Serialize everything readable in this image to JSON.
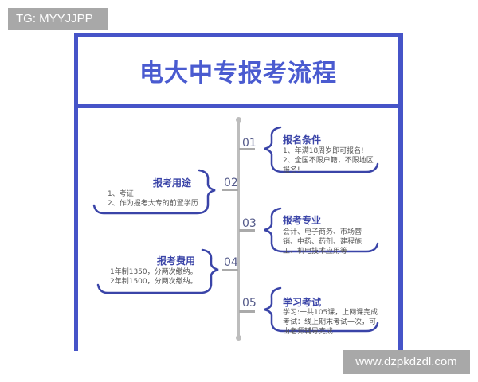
{
  "watermarks": {
    "top_left": "TG: MYYJJPP",
    "bottom_right": "www.dzpkdzdl.com"
  },
  "title": "电大中专报考流程",
  "accent_color": "#4654c8",
  "steps": [
    {
      "num": "01",
      "side": "right",
      "heading": "报名条件",
      "lines": [
        "1、年满18周岁即可报名!",
        "2、全国不限户籍，不限地区",
        "报名!"
      ]
    },
    {
      "num": "02",
      "side": "left",
      "heading": "报考用途",
      "lines": [
        "1、考证",
        "2、作为报考大专的前置学历"
      ]
    },
    {
      "num": "03",
      "side": "right",
      "heading": "报考专业",
      "lines": [
        "会计、电子商务、市场营",
        "销、中药、药剂、建程施",
        "工、机电技术应用等"
      ]
    },
    {
      "num": "04",
      "side": "left",
      "heading": "报考费用",
      "lines": [
        "1年制1350，分两次缴纳。",
        "2年制1500，分两次缴纳。"
      ]
    },
    {
      "num": "05",
      "side": "right",
      "heading": "学习考试",
      "lines": [
        "学习:一共105课，上网课完成",
        "考试：线上期末考试一次，可",
        "由老师辅导完成"
      ]
    }
  ]
}
